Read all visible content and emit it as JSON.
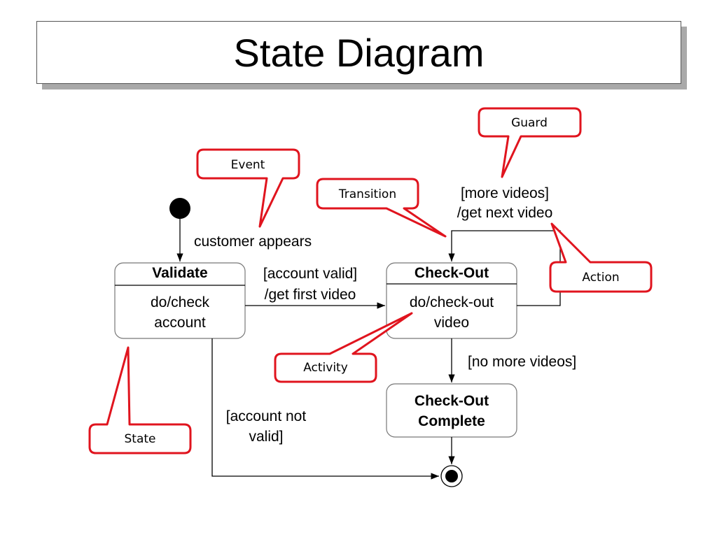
{
  "title": "State Diagram",
  "states": {
    "validate": {
      "name": "Validate",
      "activity_line1": "do/check",
      "activity_line2": "account"
    },
    "checkout": {
      "name": "Check-Out",
      "activity_line1": "do/check-out",
      "activity_line2": "video"
    },
    "complete": {
      "line1": "Check-Out",
      "line2": "Complete"
    }
  },
  "transitions": {
    "initial_event": "customer appears",
    "valid_line1": "[account valid]",
    "valid_line2": "/get first video",
    "more_line1": "[more videos]",
    "more_line2": "/get next video",
    "no_more": "[no more videos]",
    "not_valid_line1": "[account not",
    "not_valid_line2": "valid]"
  },
  "callouts": {
    "guard": "Guard",
    "event": "Event",
    "transition": "Transition",
    "action": "Action",
    "activity": "Activity",
    "state": "State"
  },
  "colors": {
    "callout_border": "#e0141e",
    "line": "#000000"
  }
}
